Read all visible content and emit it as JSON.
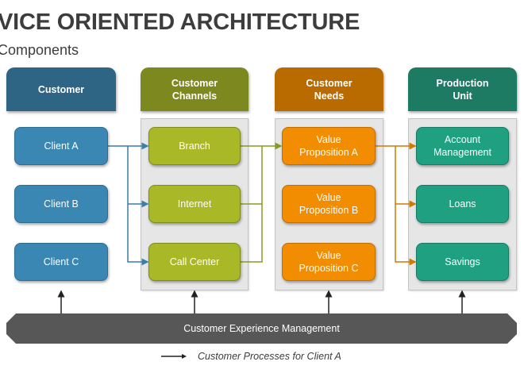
{
  "title": "VICE ORIENTED ARCHITECTURE",
  "subtitle": "Components",
  "columns": [
    {
      "header": "Customer",
      "color": "#2f6584",
      "item_color": "#3b87b4",
      "items": [
        "Client A",
        "Client B",
        "Client C"
      ]
    },
    {
      "header": "Customer\nChannels",
      "color": "#7d891e",
      "item_color": "#a8b826",
      "items": [
        "Branch",
        "Internet",
        "Call Center"
      ]
    },
    {
      "header": "Customer\nNeeds",
      "color": "#b96b00",
      "item_color": "#f28c00",
      "items": [
        "Value\nProposition A",
        "Value\nProposition B",
        "Value\nProposition C"
      ]
    },
    {
      "header": "Production\nUnit",
      "color": "#1d7a63",
      "item_color": "#1fa181",
      "items": [
        "Account\nManagement",
        "Loans",
        "Savings"
      ]
    }
  ],
  "connections": [
    {
      "from": "Client A",
      "to": [
        "Branch",
        "Internet",
        "Call Center"
      ],
      "color": "#3a7fa8"
    },
    {
      "from": [
        "Branch",
        "Internet",
        "Call Center"
      ],
      "to": "Value Proposition A",
      "color": "#8a9a20"
    },
    {
      "from": "Value Proposition A",
      "to": [
        "Account Management",
        "Loans",
        "Savings"
      ],
      "color": "#d07a00"
    }
  ],
  "foundation": {
    "label": "Customer Experience Management",
    "color": "#575757"
  },
  "legend": {
    "label": "Customer Processes for Client A"
  }
}
